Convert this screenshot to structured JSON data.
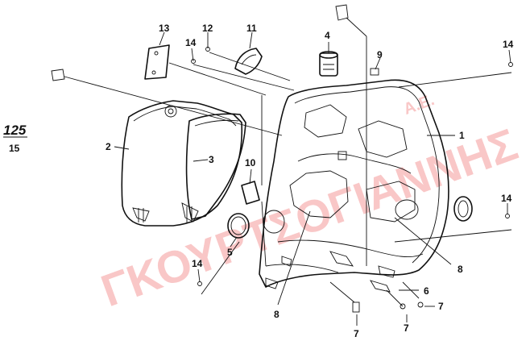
{
  "watermark": {
    "text": "ΓΚΟΥΡΤΣΟΓΙΑΝΝΗΣ",
    "suffix": "Α.Ε."
  },
  "model": {
    "code": "125",
    "ref": "15"
  },
  "callouts": [
    {
      "id": "c1",
      "text": "1"
    },
    {
      "id": "c2",
      "text": "2"
    },
    {
      "id": "c3",
      "text": "3"
    },
    {
      "id": "c4",
      "text": "4"
    },
    {
      "id": "c5",
      "text": "5"
    },
    {
      "id": "c6",
      "text": "6"
    },
    {
      "id": "c7a",
      "text": "7"
    },
    {
      "id": "c7b",
      "text": "7"
    },
    {
      "id": "c7c",
      "text": "7"
    },
    {
      "id": "c8a",
      "text": "8"
    },
    {
      "id": "c8b",
      "text": "8"
    },
    {
      "id": "c9",
      "text": "9"
    },
    {
      "id": "c10",
      "text": "10"
    },
    {
      "id": "c11",
      "text": "11"
    },
    {
      "id": "c12",
      "text": "12"
    },
    {
      "id": "c13",
      "text": "13"
    },
    {
      "id": "c14a",
      "text": "14"
    },
    {
      "id": "c14b",
      "text": "14"
    },
    {
      "id": "c14c",
      "text": "14"
    },
    {
      "id": "c14d",
      "text": "14"
    }
  ]
}
